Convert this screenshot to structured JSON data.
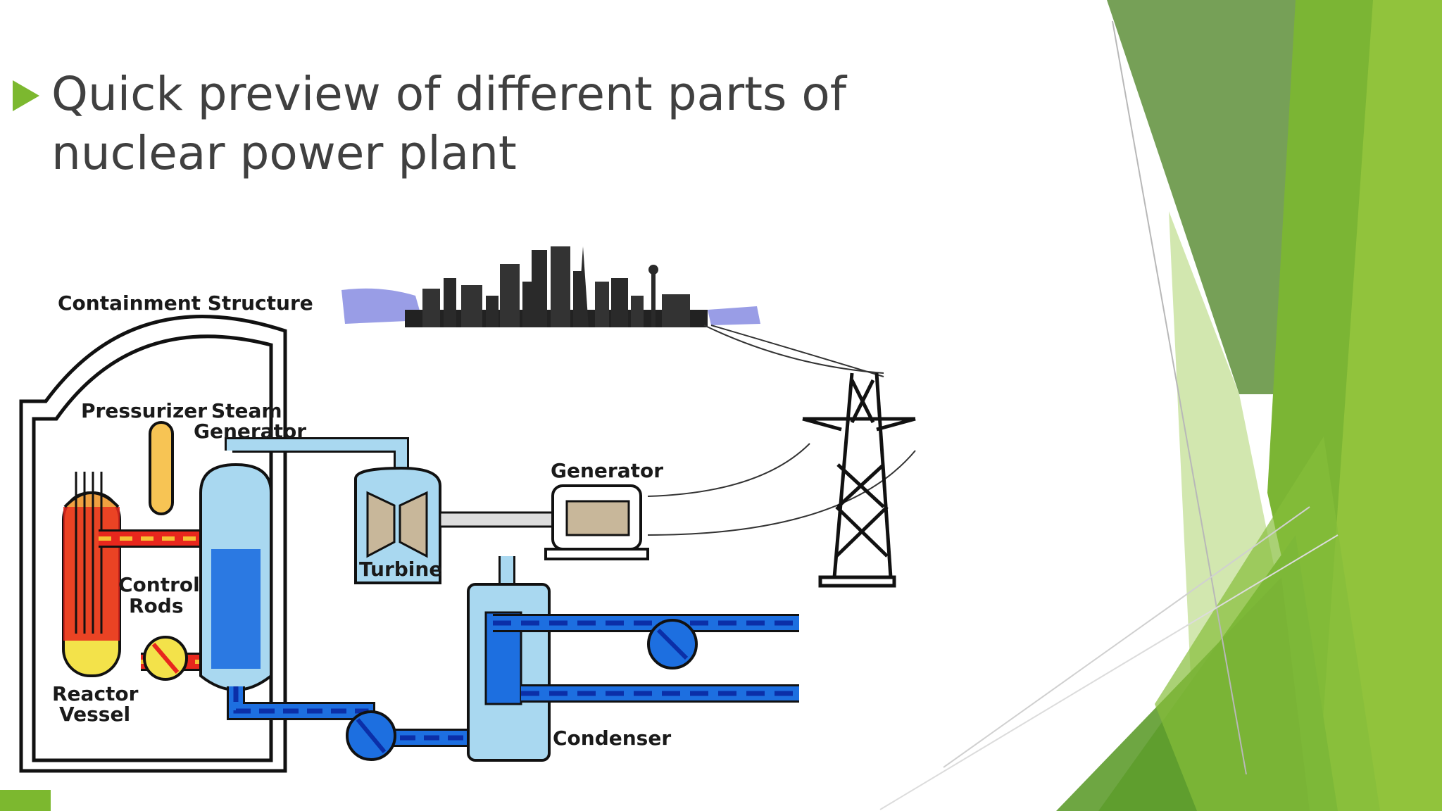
{
  "slide": {
    "title": "Quick preview of different parts of nuclear power plant",
    "accent_color": "#7cb82f",
    "title_color": "#404040"
  },
  "diagram": {
    "labels": {
      "containment": "Containment Structure",
      "pressurizer": "Pressurizer",
      "steam": "Steam",
      "generator_word": "Generator",
      "control": "Control",
      "rods": "Rods",
      "reactor": "Reactor",
      "vessel": "Vessel",
      "turbine": "Turbine",
      "generator": "Generator",
      "condenser": "Condenser"
    },
    "colors": {
      "hot_loop": "#e8271d",
      "hot_dash": "#f6c233",
      "cold_loop": "#1d6fe0",
      "cold_dash": "#0b2fa8",
      "steam": "#a9d8f0",
      "reactor_core": "#f3e24a"
    }
  }
}
